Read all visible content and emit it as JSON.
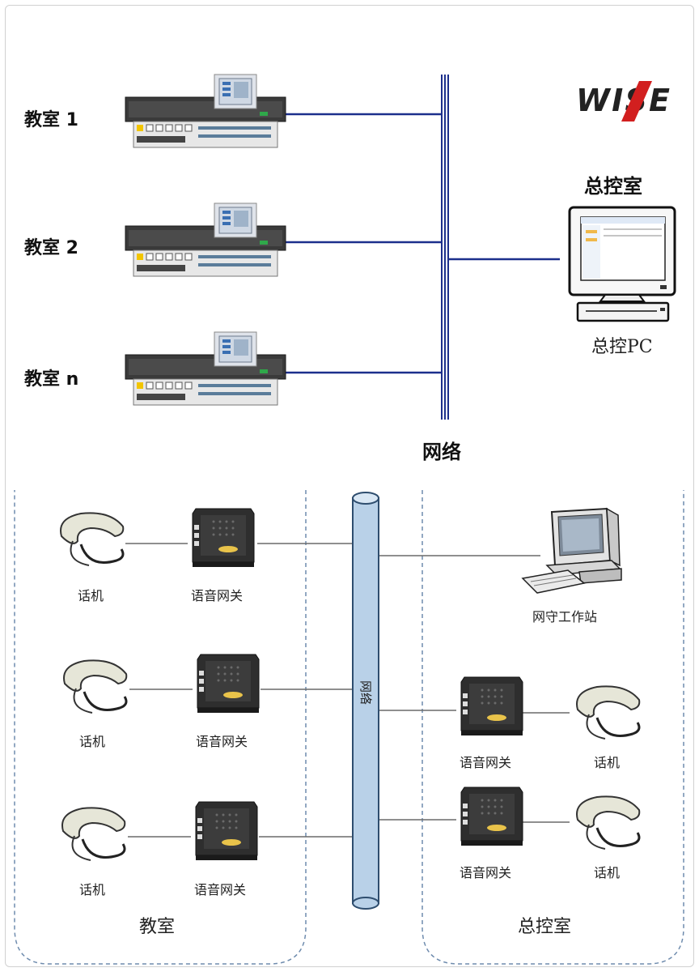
{
  "top": {
    "classrooms": [
      "教室 1",
      "教室 2",
      "教室 n"
    ],
    "control_room": "总控室",
    "control_pc": "总控PC",
    "network": "网络",
    "logo": "WISE"
  },
  "bottom": {
    "phone_label": "话机",
    "gateway_label": "语音网关",
    "workstation_label": "网守工作站",
    "network_pipe_label": "网络",
    "left_region": "教室",
    "right_region": "总控室"
  },
  "colors": {
    "network_line": "#1c2f8c",
    "pipe_fill": "#b9d1e8",
    "pipe_stroke": "#2e4d6e",
    "dashed_border": "#6f8cae",
    "logo_red": "#d21f1f",
    "logo_dark": "#222222"
  }
}
